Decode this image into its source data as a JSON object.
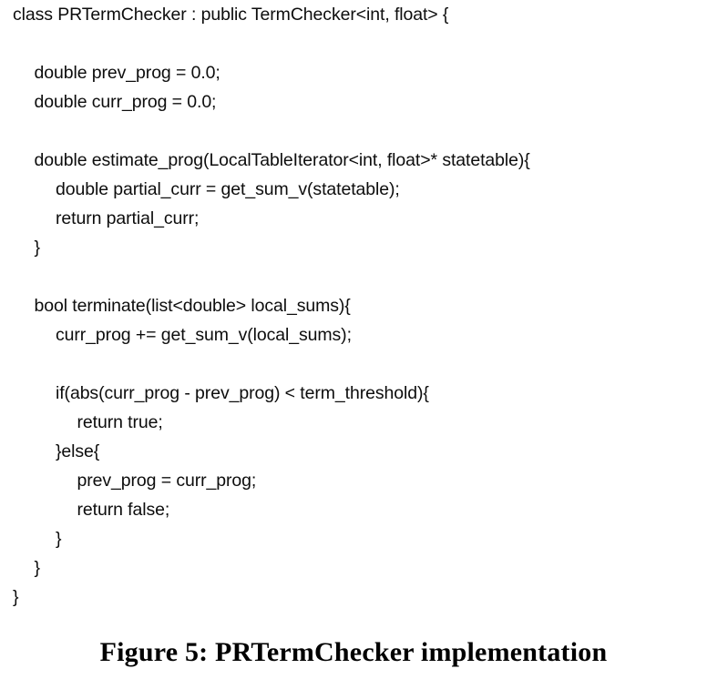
{
  "figure": {
    "caption": "Figure 5: PRTermChecker implementation",
    "caption_label": "Figure 5:",
    "caption_title": "PRTermChecker implementation"
  },
  "code": {
    "language": "C++",
    "text_color": "#0d0d0d",
    "background_color": "#ffffff",
    "lines": [
      {
        "indent": 0,
        "text": "class PRTermChecker : public TermChecker<int, float> {"
      },
      {
        "indent": 0,
        "text": ""
      },
      {
        "indent": 1,
        "text": "double prev_prog = 0.0;"
      },
      {
        "indent": 1,
        "text": "double curr_prog = 0.0;"
      },
      {
        "indent": 0,
        "text": ""
      },
      {
        "indent": 1,
        "text": "double estimate_prog(LocalTableIterator<int, float>* statetable){"
      },
      {
        "indent": 2,
        "text": "double partial_curr = get_sum_v(statetable);"
      },
      {
        "indent": 2,
        "text": "return partial_curr;"
      },
      {
        "indent": 1,
        "text": "}"
      },
      {
        "indent": 0,
        "text": ""
      },
      {
        "indent": 1,
        "text": "bool terminate(list<double> local_sums){"
      },
      {
        "indent": 2,
        "text": "curr_prog += get_sum_v(local_sums);"
      },
      {
        "indent": 0,
        "text": ""
      },
      {
        "indent": 2,
        "text": "if(abs(curr_prog - prev_prog) < term_threshold){"
      },
      {
        "indent": 3,
        "text": "return true;"
      },
      {
        "indent": 2,
        "text": "}else{"
      },
      {
        "indent": 3,
        "text": "prev_prog = curr_prog;"
      },
      {
        "indent": 3,
        "text": "return false;"
      },
      {
        "indent": 2,
        "text": "}"
      },
      {
        "indent": 1,
        "text": "}"
      },
      {
        "indent": 0,
        "text": "}"
      }
    ]
  }
}
